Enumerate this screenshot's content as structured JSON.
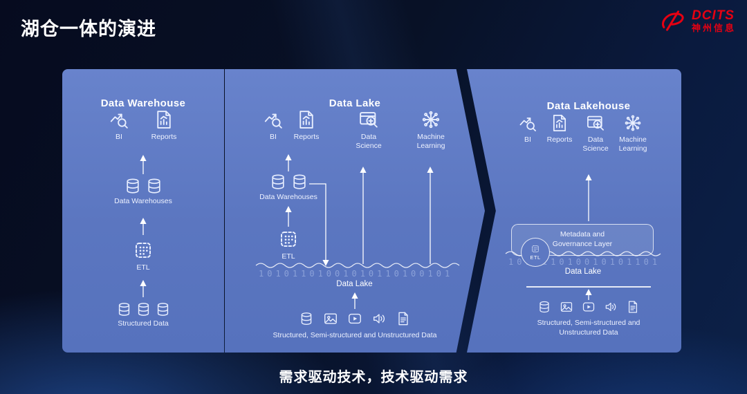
{
  "page": {
    "title": "湖仓一体的演进",
    "footer": "需求驱动技术，技术驱动需求"
  },
  "logo": {
    "brand": "DCITS",
    "company": "神州信息",
    "accent_color": "#E60012"
  },
  "diagram": {
    "panels": {
      "warehouse": {
        "title": "Data Warehouse",
        "consumers": [
          {
            "icon": "bi",
            "label": "BI"
          },
          {
            "icon": "reports",
            "label": "Reports"
          }
        ],
        "warehouses": {
          "icon": "db",
          "label": "Data Warehouses"
        },
        "etl": {
          "icon": "etl",
          "label": "ETL"
        },
        "source": {
          "icon": "db",
          "label": "Structured Data"
        }
      },
      "lake": {
        "title": "Data Lake",
        "consumers": [
          {
            "icon": "bi",
            "label": "BI"
          },
          {
            "icon": "reports",
            "label": "Reports"
          },
          {
            "icon": "datascience",
            "label": "Data Science"
          },
          {
            "icon": "ml",
            "label": "Machine Learning"
          }
        ],
        "warehouses": {
          "icon": "db",
          "label": "Data Warehouses"
        },
        "etl": {
          "icon": "etl",
          "label": "ETL"
        },
        "lake_label": "Data Lake",
        "binary": "10101101001010110100101011010010101101001010110100101011010010",
        "source": {
          "icons": [
            "db",
            "image",
            "video",
            "audio",
            "doc"
          ],
          "label": "Structured, Semi-structured and Unstructured Data"
        }
      },
      "lakehouse": {
        "title": "Data Lakehouse",
        "consumers": [
          {
            "icon": "bi",
            "label": "BI"
          },
          {
            "icon": "reports",
            "label": "Reports"
          },
          {
            "icon": "datascience",
            "label": "Data Science"
          },
          {
            "icon": "ml",
            "label": "Machine Learning"
          }
        ],
        "metadata_label": "Metadata and Governance Layer",
        "etl_icon": "etl",
        "etl_label": "ETL",
        "lake_label": "Data Lake",
        "binary": "10101101001010110100101011010010101101001010",
        "source": {
          "icons": [
            "db",
            "image",
            "video",
            "audio",
            "doc"
          ],
          "label": "Structured, Semi-structured and Unstructured Data"
        }
      }
    }
  },
  "colors": {
    "panel_blue": "#5D78C2",
    "background_navy": "#081126",
    "accent_red": "#E60012",
    "text_light": "#EEF2FF"
  }
}
